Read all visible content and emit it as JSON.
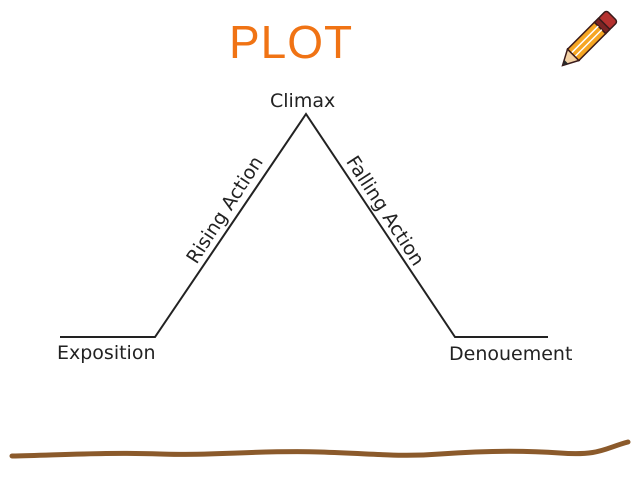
{
  "title": "PLOT",
  "labels": {
    "climax": "Climax",
    "rising_action": "Rising Action",
    "falling_action": "Falling Action",
    "exposition": "Exposition",
    "denouement": "Denouement"
  },
  "icons": {
    "pencil": "pencil-icon"
  },
  "colors": {
    "title": "#f07314",
    "line": "#222222",
    "ground": "#8b5a2b",
    "pencil_body": "#f5a623",
    "pencil_eraser": "#b5312f"
  }
}
